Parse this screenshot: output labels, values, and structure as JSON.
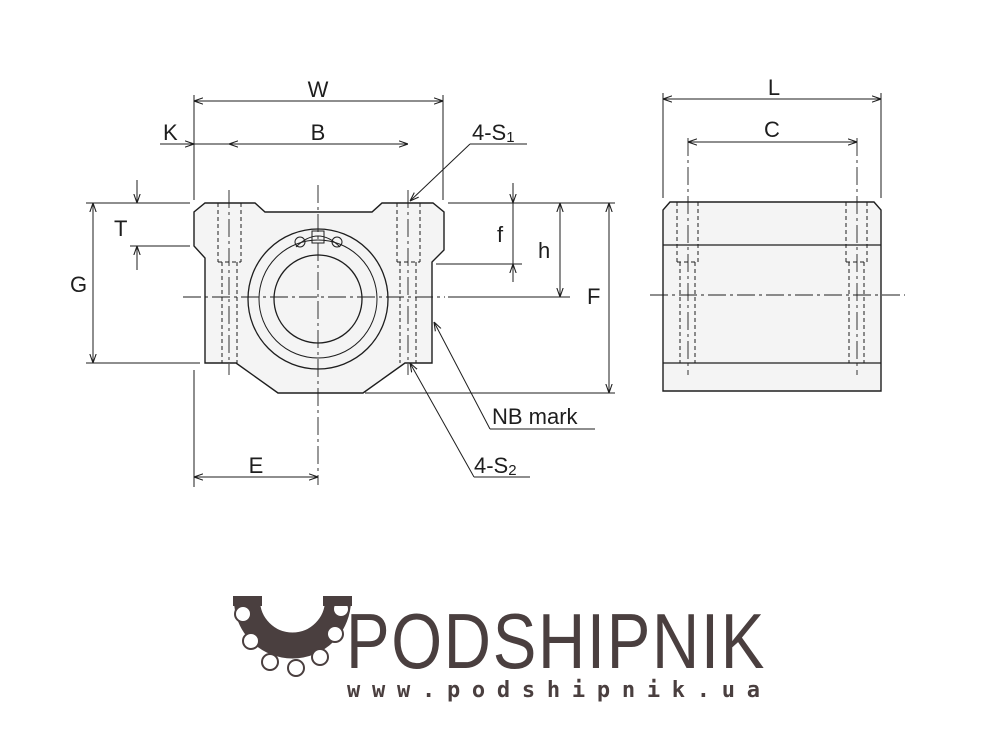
{
  "labels": {
    "W": "W",
    "K": "K",
    "B": "B",
    "S1_num": "4-S",
    "S1_sub": "1",
    "T": "T",
    "G": "G",
    "f": "f",
    "h": "h",
    "F": "F",
    "NB": "NB mark",
    "S2_num": "4-S",
    "S2_sub": "2",
    "E": "E",
    "L": "L",
    "C": "C"
  },
  "logo": {
    "brand": "PODSHIPNIK",
    "website": "www.podshipnik.ua"
  },
  "colors": {
    "ink": "#1e1e1e",
    "fill": "#f4f4f4",
    "brand": "#4a3f3f"
  }
}
